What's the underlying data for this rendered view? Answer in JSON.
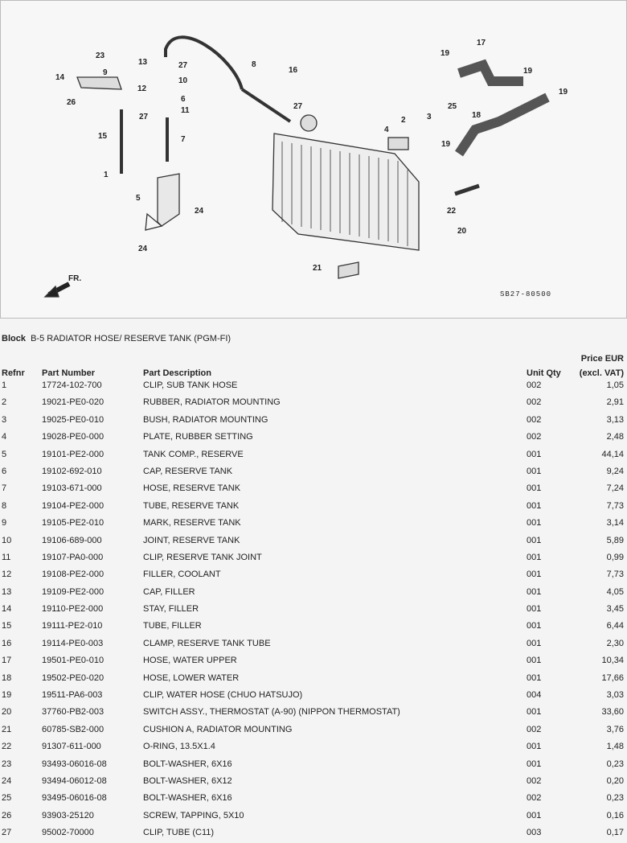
{
  "diagram": {
    "callouts": [
      "23",
      "13",
      "27",
      "14",
      "9",
      "12",
      "10",
      "8",
      "16",
      "26",
      "6",
      "11",
      "27",
      "15",
      "7",
      "27",
      "1",
      "5",
      "24",
      "24",
      "17",
      "19",
      "19",
      "19",
      "2",
      "4",
      "3",
      "25",
      "18",
      "19",
      "22",
      "20",
      "21"
    ],
    "code": "SB27-80500",
    "direction_label": "FR."
  },
  "block": {
    "label": "Block",
    "title": "B-5 RADIATOR HOSE/ RESERVE TANK (PGM-FI)"
  },
  "table": {
    "headers": {
      "refnr": "Refnr",
      "part_number": "Part Number",
      "description": "Part Description",
      "qty": "Unit Qty",
      "price_line1": "Price EUR",
      "price_line2": "(excl. VAT)"
    },
    "rows": [
      [
        "1",
        "17724-102-700",
        "CLIP, SUB TANK HOSE",
        "002",
        "1,05"
      ],
      [
        "2",
        "19021-PE0-020",
        "RUBBER, RADIATOR MOUNTING",
        "002",
        "2,91"
      ],
      [
        "3",
        "19025-PE0-010",
        "BUSH, RADIATOR MOUNTING",
        "002",
        "3,13"
      ],
      [
        "4",
        "19028-PE0-000",
        "PLATE, RUBBER SETTING",
        "002",
        "2,48"
      ],
      [
        "5",
        "19101-PE2-000",
        "TANK COMP., RESERVE",
        "001",
        "44,14"
      ],
      [
        "6",
        "19102-692-010",
        "CAP, RESERVE TANK",
        "001",
        "9,24"
      ],
      [
        "7",
        "19103-671-000",
        "HOSE, RESERVE TANK",
        "001",
        "7,24"
      ],
      [
        "8",
        "19104-PE2-000",
        "TUBE, RESERVE TANK",
        "001",
        "7,73"
      ],
      [
        "9",
        "19105-PE2-010",
        "MARK, RESERVE TANK",
        "001",
        "3,14"
      ],
      [
        "10",
        "19106-689-000",
        "JOINT, RESERVE TANK",
        "001",
        "5,89"
      ],
      [
        "11",
        "19107-PA0-000",
        "CLIP, RESERVE TANK JOINT",
        "001",
        "0,99"
      ],
      [
        "12",
        "19108-PE2-000",
        "FILLER, COOLANT",
        "001",
        "7,73"
      ],
      [
        "13",
        "19109-PE2-000",
        "CAP, FILLER",
        "001",
        "4,05"
      ],
      [
        "14",
        "19110-PE2-000",
        "STAY, FILLER",
        "001",
        "3,45"
      ],
      [
        "15",
        "19111-PE2-010",
        "TUBE, FILLER",
        "001",
        "6,44"
      ],
      [
        "16",
        "19114-PE0-003",
        "CLAMP, RESERVE TANK TUBE",
        "001",
        "2,30"
      ],
      [
        "17",
        "19501-PE0-010",
        "HOSE, WATER UPPER",
        "001",
        "10,34"
      ],
      [
        "18",
        "19502-PE0-020",
        "HOSE, LOWER WATER",
        "001",
        "17,66"
      ],
      [
        "19",
        "19511-PA6-003",
        "CLIP, WATER HOSE (CHUO HATSUJO)",
        "004",
        "3,03"
      ],
      [
        "20",
        "37760-PB2-003",
        "SWITCH ASSY., THERMOSTAT (A-90) (NIPPON THERMOSTAT)",
        "001",
        "33,60"
      ],
      [
        "21",
        "60785-SB2-000",
        "CUSHION A, RADIATOR MOUNTING",
        "002",
        "3,76"
      ],
      [
        "22",
        "91307-611-000",
        "O-RING, 13.5X1.4",
        "001",
        "1,48"
      ],
      [
        "23",
        "93493-06016-08",
        "BOLT-WASHER, 6X16",
        "001",
        "0,23"
      ],
      [
        "24",
        "93494-06012-08",
        "BOLT-WASHER, 6X12",
        "002",
        "0,20"
      ],
      [
        "25",
        "93495-06016-08",
        "BOLT-WASHER, 6X16",
        "002",
        "0,23"
      ],
      [
        "26",
        "93903-25120",
        "SCREW, TAPPING, 5X10",
        "001",
        "0,16"
      ],
      [
        "27",
        "95002-70000",
        "CLIP, TUBE (C11)",
        "003",
        "0,17"
      ]
    ]
  }
}
